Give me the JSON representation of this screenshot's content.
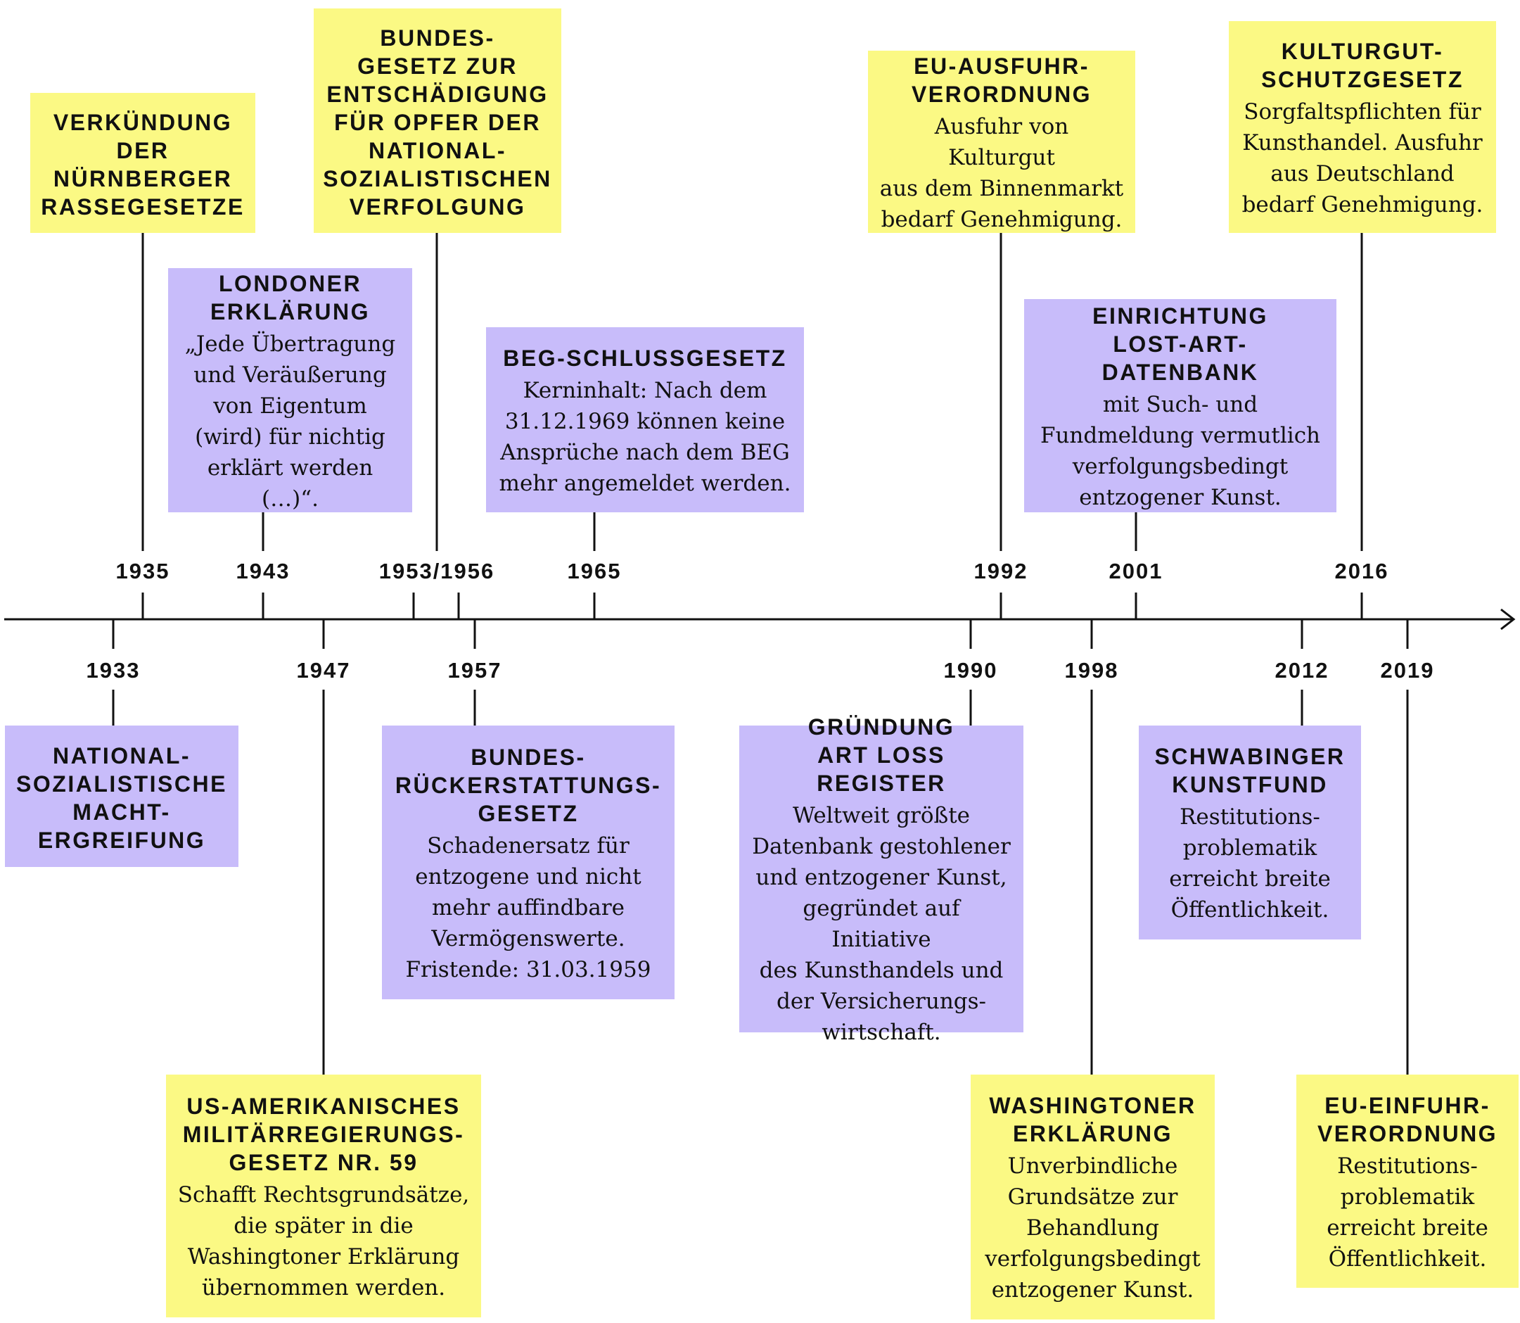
{
  "colors": {
    "law": "#fbf984",
    "event": "#c8bcfa",
    "line": "#111111"
  },
  "years_above": [
    "1935",
    "1943",
    "1953/1956",
    "1965",
    "1992",
    "2001",
    "2016"
  ],
  "years_below": [
    "1933",
    "1947",
    "1957",
    "1990",
    "1998",
    "2012",
    "2019"
  ],
  "events": [
    {
      "year": "1935",
      "title": "VERKÜNDUNG\nDER\nNÜRNBERGER\nRASSEGESETZE",
      "desc": ""
    },
    {
      "year": "1943",
      "title": "LONDONER\nERKLÄRUNG",
      "desc": "„Jede Übertragung\nund Veräußerung\nvon Eigentum\n(wird) für nichtig\nerklärt werden (…)“."
    },
    {
      "year": "1953/1956",
      "title": "BUNDES-\nGESETZ ZUR\nENTSCHÄDIGUNG\nFÜR OPFER DER\nNATIONAL-\nSOZIALISTISCHEN\nVERFOLGUNG",
      "desc": ""
    },
    {
      "year": "1965",
      "title": "BEG-SCHLUSSGESETZ",
      "desc": "Kerninhalt: Nach dem\n31.12.1969 können keine\nAnsprüche nach dem BEG\nmehr angemeldet werden."
    },
    {
      "year": "1992",
      "title": "EU-AUSFUHR-\nVERORDNUNG",
      "desc": "Ausfuhr von Kulturgut\naus dem Binnenmarkt\nbedarf Genehmigung."
    },
    {
      "year": "2001",
      "title": "EINRICHTUNG\nLOST-ART-DATENBANK",
      "desc": "mit Such- und\nFundmeldung vermutlich\nverfolgungsbedingt\nentzogener Kunst."
    },
    {
      "year": "2016",
      "title": "KULTURGUT-\nSCHUTZGESETZ",
      "desc": "Sorgfaltspflichten für\nKunsthandel. Ausfuhr\naus Deutschland\nbedarf Genehmigung."
    },
    {
      "year": "1933",
      "title": "NATIONAL-\nSOZIALISTISCHE\nMACHT-\nERGREIFUNG",
      "desc": ""
    },
    {
      "year": "1947",
      "title": "US-AMERIKANISCHES\nMILITÄRREGIERUNGS-\nGESETZ NR. 59",
      "desc": "Schafft Rechtsgrundsätze,\ndie später in die\nWashingtoner Erklärung\nübernommen werden."
    },
    {
      "year": "1957",
      "title": "BUNDES-\nRÜCKERSTATTUNGS-\nGESETZ",
      "desc": "Schadenersatz für\nentzogene und nicht\nmehr auffindbare\nVermögenswerte.\nFristende: 31.03.1959"
    },
    {
      "year": "1990",
      "title": "GRÜNDUNG\nART LOSS REGISTER",
      "desc": "Weltweit größte\nDatenbank gestohlener\nund entzogener Kunst,\ngegründet auf Initiative\ndes Kunsthandels und\nder Versicherungs-\nwirtschaft."
    },
    {
      "year": "1998",
      "title": "WASHINGTONER\nERKLÄRUNG",
      "desc": "Unverbindliche\nGrundsätze zur\nBehandlung\nverfolgungsbedingt\nentzogener Kunst."
    },
    {
      "year": "2012",
      "title": "SCHWABINGER\nKUNSTFUND",
      "desc": "Restitutions-\nproblematik\nerreicht breite\nÖffentlichkeit."
    },
    {
      "year": "2019",
      "title": "EU-EINFUHR-\nVERORDNUNG",
      "desc": "Restitutions-\nproblematik\nerreicht breite\nÖffentlichkeit."
    }
  ]
}
